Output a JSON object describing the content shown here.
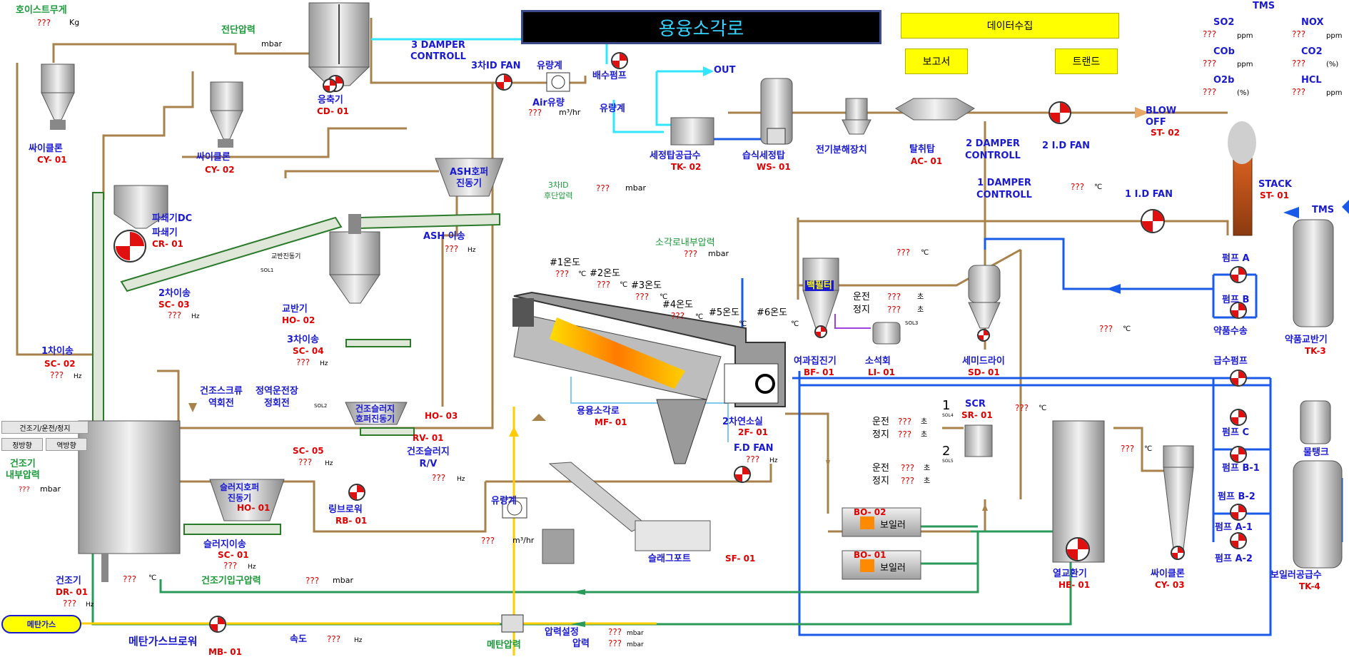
{
  "header": {
    "title": "용융소각로",
    "btn_data": "데이터수집",
    "btn_report": "보고서",
    "btn_trend": "트랜드"
  },
  "q": "???",
  "units": {
    "kg": "Kg",
    "mbar": "mbar",
    "hz": "Hz",
    "c": "℃",
    "ppm": "ppm",
    "pct": "(%)",
    "flow": "m³/hr",
    "cho": "초"
  },
  "hoist": {
    "label": "호이스트무게"
  },
  "front_pressure": {
    "label": "전단압력"
  },
  "cyclone1": {
    "name": "싸이클론",
    "id": "CY- 01"
  },
  "cyclone2": {
    "name": "싸이클론",
    "id": "CY- 02"
  },
  "condenser": {
    "name": "응축기",
    "id": "CD- 01"
  },
  "damper3": {
    "name": "3 DAMPER\nCONTROLL"
  },
  "idfan3": {
    "name": "3차ID FAN"
  },
  "flowmeter1": {
    "name": "유량계"
  },
  "air_flow": {
    "name": "Air유량"
  },
  "drain_pump": {
    "name": "배수펌프"
  },
  "flowmeter2": {
    "name": "유량계"
  },
  "out_label": "OUT",
  "washtank": {
    "name": "세정탑공급수",
    "id": "TK- 02"
  },
  "wet_scrubber": {
    "name": "습식세정탑",
    "id": "WS- 01"
  },
  "electrolysis": {
    "name": "전기분해장치"
  },
  "deodorizer": {
    "name": "탈취탑",
    "id": "AC- 01"
  },
  "damper2": {
    "name": "2 DAMPER\nCONTROLL"
  },
  "idfan2": {
    "name": "2 I.D FAN"
  },
  "blowoff": {
    "name": "BLOW\nOFF",
    "id": "ST- 02"
  },
  "tms": {
    "title": "TMS",
    "so2": "SO2",
    "nox": "NOX",
    "cob": "COb",
    "co2": "CO2",
    "o2b": "O2b",
    "hcl": "HCL"
  },
  "stack": {
    "name": "STACK",
    "id": "ST- 01",
    "tms_arrow": "TMS"
  },
  "ash_hopper": {
    "name": "ASH호퍼\n진동기"
  },
  "back_pressure3": {
    "name": "3차ID\n후단압력"
  },
  "ash_transfer": {
    "name": "ASH 이송"
  },
  "crusher_dc": {
    "name": "파쇄기DC"
  },
  "crusher": {
    "name": "파쇄기",
    "id": "CR- 01"
  },
  "mixer_vib": {
    "name": "교반진동기"
  },
  "sol1": "SOL1",
  "sol2": "SOL2",
  "sol3": "SOL3",
  "sol4": "SOL4",
  "sol5": "SOL5",
  "sc03": {
    "name": "2차이송",
    "id": "SC- 03"
  },
  "ho02": {
    "name": "교반기",
    "id": "HO- 02"
  },
  "sc04": {
    "name": "3차이송",
    "id": "SC- 04"
  },
  "sc02": {
    "name": "1차이송",
    "id": "SC- 02"
  },
  "screw_dir": {
    "left": "건조스크류\n역회전",
    "right": "정역운전장\n정회전"
  },
  "dry_sludge_hopper": {
    "name": "건조슬러지\n호퍼진동기"
  },
  "ho03": {
    "id": "HO- 03"
  },
  "rv01": {
    "id": "RV- 01",
    "name": "건조슬러지\nR/V"
  },
  "sc05": {
    "id": "SC- 05"
  },
  "dryer_ctrl": {
    "title": "건조기/운전/정지",
    "fwd": "정방향",
    "rev": "역방향"
  },
  "dryer_pressure": {
    "name": "건조기\n내부압력"
  },
  "sludge_hopper": {
    "name": "슬러지호퍼\n진동기",
    "id": "HO- 01"
  },
  "sc01": {
    "name": "슬러지이송",
    "id": "SC- 01"
  },
  "rb01": {
    "name": "링브로워",
    "id": "RB- 01"
  },
  "dryer": {
    "name": "건조기",
    "id": "DR- 01"
  },
  "dryer_inlet": {
    "name": "건조기입구압력"
  },
  "methane": {
    "pill": "메탄가스",
    "blower": "메탄가스브로워",
    "id": "MB- 01",
    "speed": "속도",
    "pressure": "메탄압력",
    "set": "압력설정",
    "press": "압력"
  },
  "flowmeter3": {
    "name": "유량계"
  },
  "furnace_pressure": {
    "name": "소각로내부압력"
  },
  "temps": [
    "#1온도",
    "#2온도",
    "#3온도",
    "#4온도",
    "#5온도",
    "#6온도"
  ],
  "melter": {
    "name": "용융소각로",
    "id": "MF- 01"
  },
  "secondary": {
    "name": "2차연소실",
    "id": "2F- 01"
  },
  "fdfan": {
    "name": "F.D FAN"
  },
  "slag": {
    "name": "슬래그포트",
    "id": "SF- 01"
  },
  "damper1": {
    "name": "1 DAMPER\nCONTROLL"
  },
  "idfan1": {
    "name": "1 I.D FAN"
  },
  "bagfilter": {
    "tag": "백필터",
    "name": "여과집진기",
    "id": "BF- 01"
  },
  "run_stop": {
    "run": "운전",
    "stop": "정지"
  },
  "lime": {
    "name": "소석회",
    "id": "LI- 01"
  },
  "semidry": {
    "name": "세미드라이",
    "id": "SD- 01"
  },
  "pumpA": "펌프 A",
  "pumpB": "펌프 B",
  "chem_water": "약품수송",
  "tk3": {
    "name": "약품교반기",
    "id": "TK-3"
  },
  "feed_pump": "급수펌프",
  "pumpC": "펌프 C",
  "pumpB1": "펌프 B-1",
  "pumpB2": "펌프 B-2",
  "pumpA1": "펌프 A-1",
  "pumpA2": "펌프 A-2",
  "water_tank": "물탱크",
  "tk4": {
    "name": "보일러공급수",
    "id": "TK-4"
  },
  "scr": {
    "name": "SCR",
    "id": "SR- 01"
  },
  "bo02": {
    "id": "BO- 02",
    "name": "보일러"
  },
  "bo01": {
    "id": "BO- 01",
    "name": "보일러"
  },
  "he01": {
    "name": "열교환기",
    "id": "HE- 01"
  },
  "cy03": {
    "name": "싸이클론",
    "id": "CY- 03"
  },
  "seq": {
    "one": "1",
    "two": "2"
  }
}
